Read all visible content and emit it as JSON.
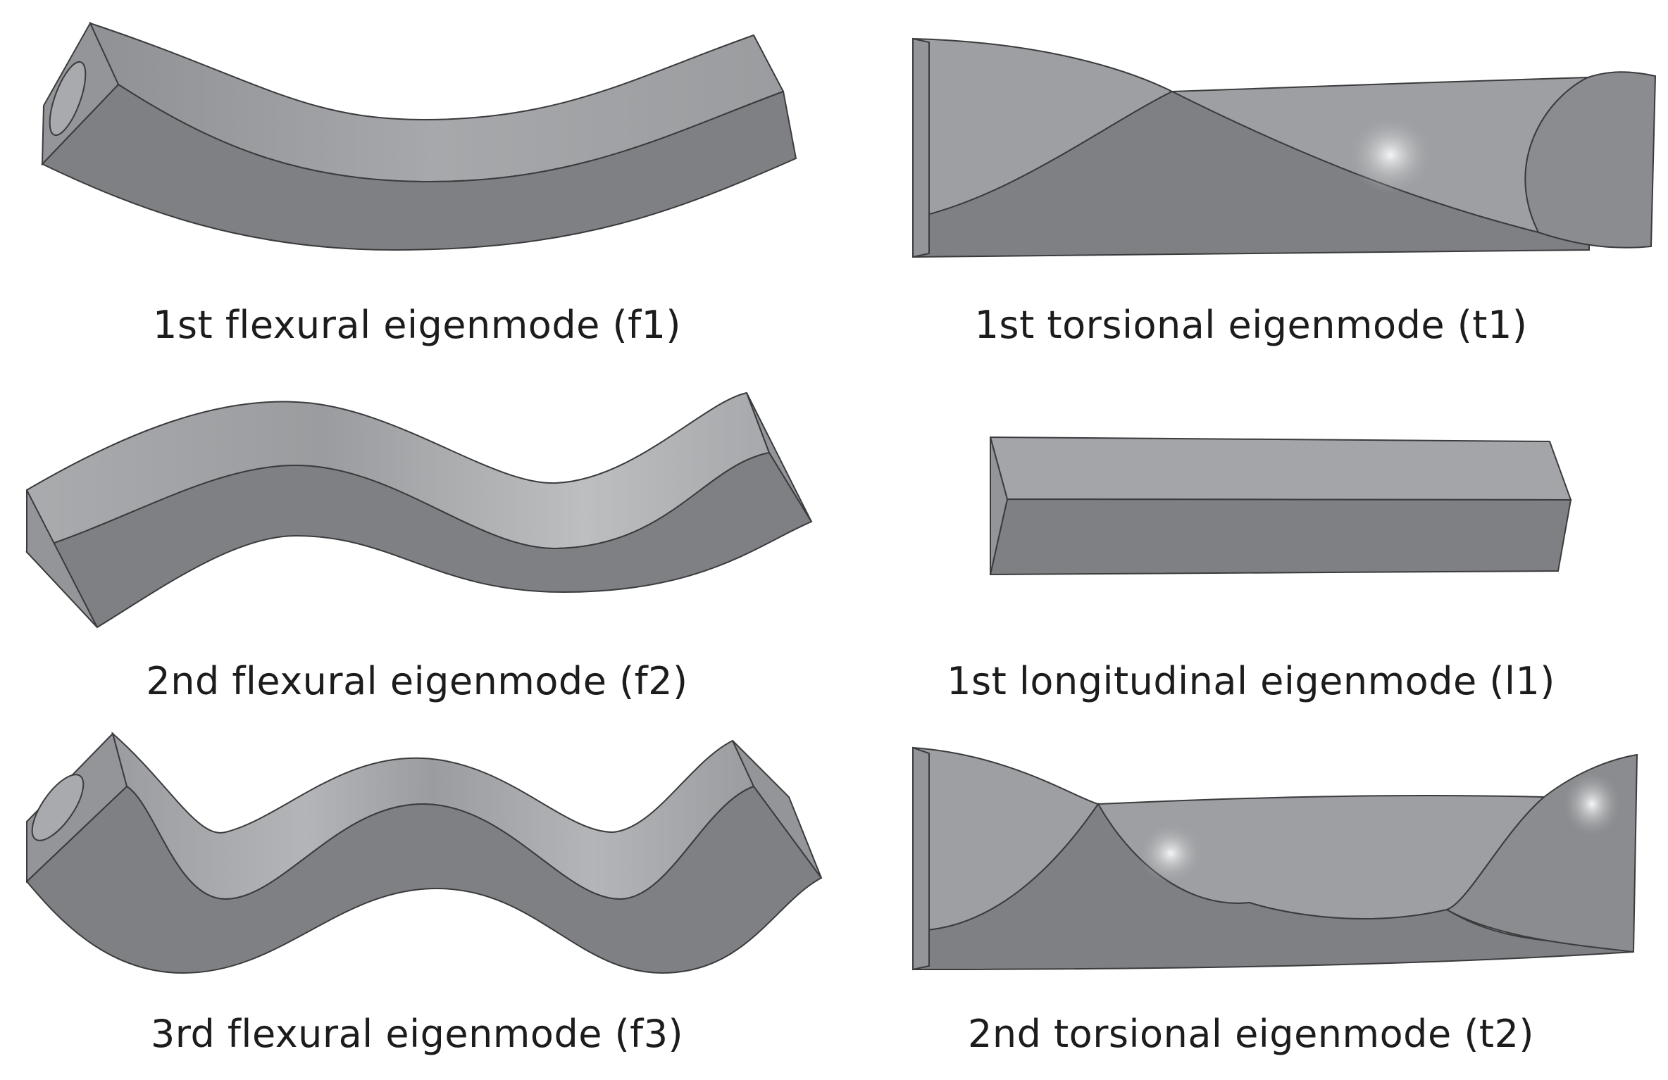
{
  "figure": {
    "panels": [
      {
        "id": "f1",
        "caption": "1st flexural eigenmode (f1)"
      },
      {
        "id": "t1",
        "caption": "1st torsional eigenmode (t1)"
      },
      {
        "id": "f2",
        "caption": "2nd flexural eigenmode (f2)"
      },
      {
        "id": "l1",
        "caption": "1st longitudinal eigenmode (l1)"
      },
      {
        "id": "f3",
        "caption": "3rd flexural eigenmode (f3)"
      },
      {
        "id": "t2",
        "caption": "2nd torsional eigenmode (t2)"
      }
    ],
    "colors": {
      "top_face": "#a3a5a8",
      "side_face": "#7e8083",
      "end_face": "#939598",
      "highlight": "#f4f5f6",
      "edge": "#3a3b3d"
    }
  }
}
